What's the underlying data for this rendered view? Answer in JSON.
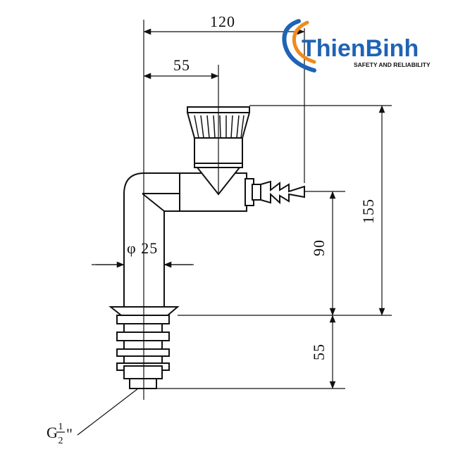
{
  "dimensions": {
    "width_total": "120",
    "width_to_knob": "55",
    "height_total": "155",
    "height_outlet": "90",
    "thread_length": "55",
    "pipe_diameter": "φ 25"
  },
  "thread_label": {
    "prefix": "G",
    "num": "1",
    "den": "2",
    "suffix": "\""
  },
  "logo": {
    "brand_a": "Thien",
    "brand_b": "Binh",
    "tagline": "SAFETY AND RELIABILITY",
    "color_blue": "#1e63b5",
    "color_orange": "#f08a1c"
  }
}
